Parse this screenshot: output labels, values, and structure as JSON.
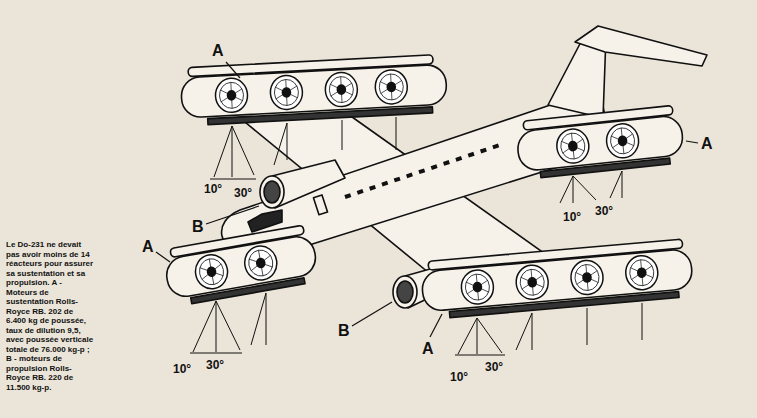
{
  "diagram": {
    "caption": "Le Do-231 ne devait pas avoir moins de 14 réacteurs pour assurer sa sustentation et sa propulsion. A - Moteurs de sustentation Rolls-Royce RB. 202 de 6.400 kg de poussée, taux de dilution 9,5, avec poussée verticale totale de 76.000 kg-p ; B - moteurs de propulsion Rolls-Royce RB. 220 de 11.500 kg-p.",
    "labels": [
      "A",
      "10°",
      "30°",
      "B",
      "A",
      "10°",
      "30°",
      "A",
      "10°",
      "30°",
      "B",
      "A",
      "10°",
      "30°"
    ]
  }
}
